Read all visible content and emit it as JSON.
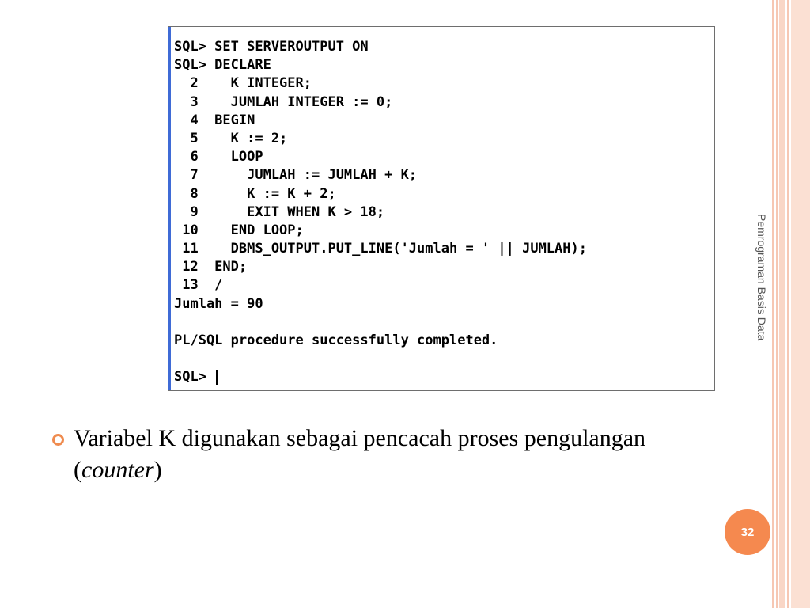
{
  "terminal": {
    "lines": [
      "SQL> SET SERVEROUTPUT ON",
      "SQL> DECLARE",
      "  2    K INTEGER;",
      "  3    JUMLAH INTEGER := 0;",
      "  4  BEGIN",
      "  5    K := 2;",
      "  6    LOOP",
      "  7      JUMLAH := JUMLAH + K;",
      "  8      K := K + 2;",
      "  9      EXIT WHEN K > 18;",
      " 10    END LOOP;",
      " 11    DBMS_OUTPUT.PUT_LINE('Jumlah = ' || JUMLAH);",
      " 12  END;",
      " 13  /",
      "Jumlah = 90",
      "",
      "PL/SQL procedure successfully completed.",
      ""
    ],
    "prompt": "SQL> "
  },
  "bullet": {
    "text_before": "Variabel K digunakan sebagai pencacah proses pengulangan (",
    "text_italic": "counter",
    "text_after": ")"
  },
  "side_title": "Pemrograman Basis Data",
  "page_number": "32",
  "colors": {
    "accent": "#f5894f",
    "stripe": "#f6c7b3",
    "terminal_border_left": "#3f6bd6"
  },
  "icons": {
    "bullet": "ring-bullet-icon",
    "cursor": "text-cursor-icon"
  }
}
